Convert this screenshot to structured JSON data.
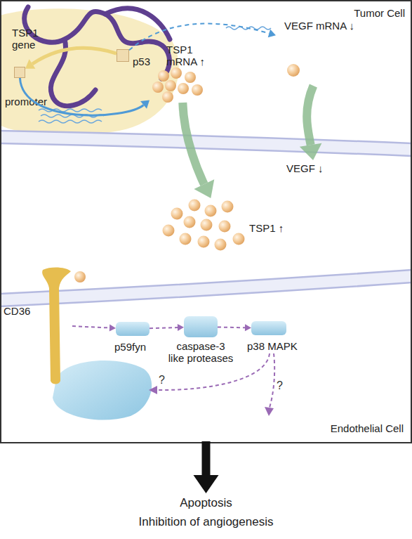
{
  "diagram": {
    "nodes": [
      {
        "text": [
          "Tumor Cell"
        ]
      },
      {
        "text": [
          "TSP1 gene",
          "promoter"
        ],
        "in": 0
      },
      {
        "text": [
          "p53"
        ],
        "in": 0
      },
      {
        "text": [
          "TSP1 mRNA ↑"
        ],
        "in": 0
      },
      {
        "text": [
          "VEGF mRNA ↓"
        ],
        "in": 0
      },
      {
        "text": [
          "TSP1 ↑"
        ]
      },
      {
        "text": [
          "VEGF ↓"
        ]
      },
      {
        "text": [
          "Endothelial Cell"
        ]
      },
      {
        "text": [
          "CD36"
        ],
        "in": 7
      },
      {
        "text": [
          "p59fyn"
        ],
        "in": 7
      },
      {
        "text": [
          "caspase-3 like proteases"
        ],
        "in": 7
      },
      {
        "text": [
          "p38 MAPK"
        ],
        "in": 7
      },
      {
        "text": [
          "Apoptosis",
          "Inhibition of angiogenesis"
        ]
      }
    ],
    "edges": [
      {
        "from": 2,
        "to": 1,
        "arrow": "to"
      },
      {
        "from": 1,
        "to": 3,
        "arrow": "to"
      },
      {
        "from": 2,
        "to": 4,
        "arrow": "to"
      },
      {
        "from": 3,
        "to": 5,
        "arrow": "to"
      },
      {
        "from": 4,
        "to": 6,
        "arrow": "to"
      },
      {
        "from": 8,
        "to": 9,
        "arrow": "to"
      },
      {
        "from": 9,
        "to": 10,
        "arrow": "to"
      },
      {
        "from": 10,
        "to": 11,
        "arrow": "to"
      },
      {
        "from": 7,
        "to": 12,
        "arrow": "to"
      }
    ],
    "labels": [
      "?",
      "?"
    ]
  }
}
